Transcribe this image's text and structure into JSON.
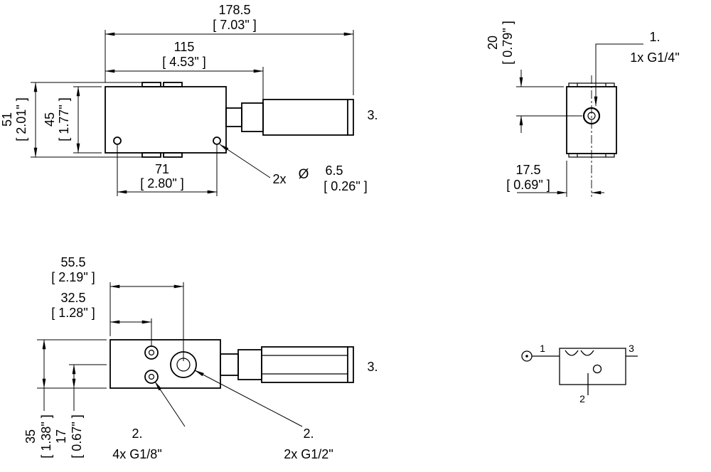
{
  "side_view": {
    "dim_length_overall": {
      "mm": "178.5",
      "inch": "[ 7.03\" ]"
    },
    "dim_length_body": {
      "mm": "115",
      "inch": "[ 4.53\" ]"
    },
    "dim_height_overall": {
      "mm": "51",
      "inch": "[ 2.01\" ]"
    },
    "dim_height_body": {
      "mm": "45",
      "inch": "[ 1.77\" ]"
    },
    "dim_hole_spacing": {
      "mm": "71",
      "inch": "[ 2.80\" ]"
    },
    "hole_note": {
      "qty": "2x",
      "dia_symbol": "Ø",
      "mm": "6.5",
      "inch": "[ 0.26\" ]"
    },
    "ref_label": "3."
  },
  "end_view": {
    "dim_port_depth": {
      "mm": "20",
      "inch": "[ 0.79\" ]"
    },
    "dim_port_offset": {
      "mm": "17.5",
      "inch": "[ 0.69\" ]"
    },
    "port_note": {
      "index": "1.",
      "spec": "1x G1/4\""
    }
  },
  "top_view": {
    "dim_large_port_offset": {
      "mm": "55.5",
      "inch": "[ 2.19\" ]"
    },
    "dim_small_port_offset": {
      "mm": "32.5",
      "inch": "[ 1.28\" ]"
    },
    "dim_width_overall": {
      "mm": "35",
      "inch": "[ 1.38\" ]"
    },
    "dim_port_centerline": {
      "mm": "17",
      "inch": "[ 0.67\" ]"
    },
    "note_small_ports": {
      "index": "2.",
      "spec": "4x G1/8\""
    },
    "note_large_ports": {
      "index": "2.",
      "spec": "2x G1/2\""
    },
    "ref_label": "3."
  },
  "schematic": {
    "port_in": "1",
    "port_out": "2",
    "port_exhaust": "3"
  },
  "colors": {
    "line": "#000000",
    "background": "#ffffff"
  }
}
